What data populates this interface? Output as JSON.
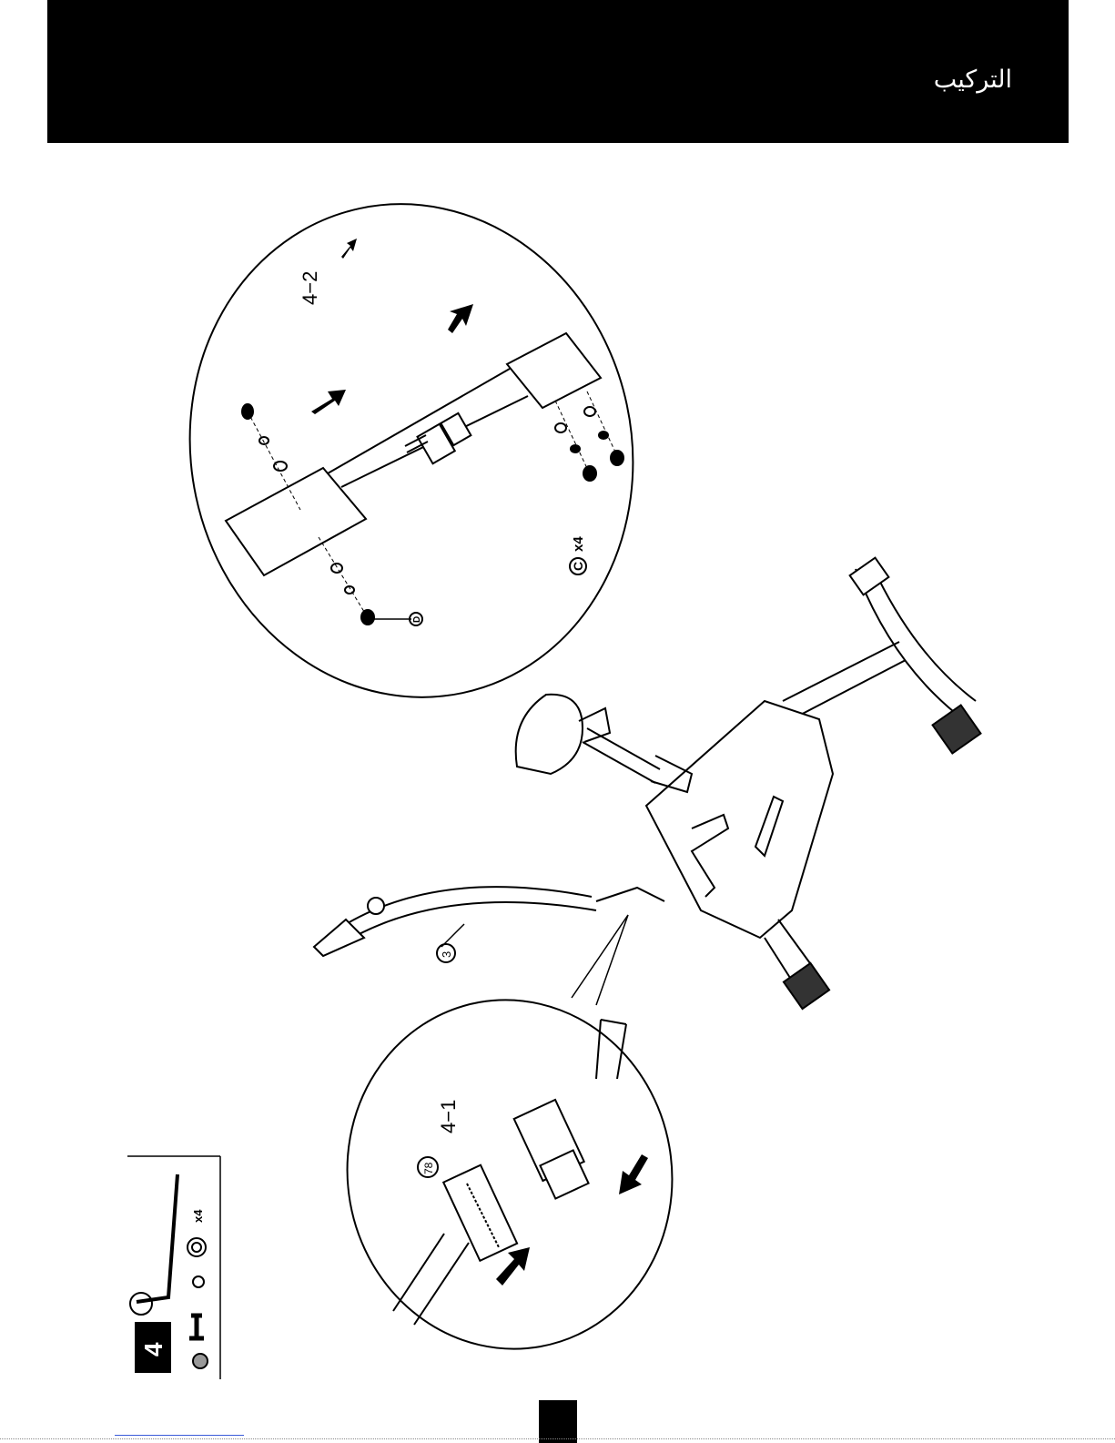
{
  "header": {
    "title": "التركيب"
  },
  "step": {
    "number": "4",
    "parts_quantity": "x4"
  },
  "callouts": {
    "detail_top": "4−2",
    "detail_bottom": "4−1",
    "screw_qty_letter": "C",
    "screw_qty": "x4",
    "part_d": "D",
    "part_3": "3",
    "part_78": "78"
  },
  "colors": {
    "header_bg": "#000000",
    "ink": "#000000",
    "paper": "#ffffff"
  }
}
